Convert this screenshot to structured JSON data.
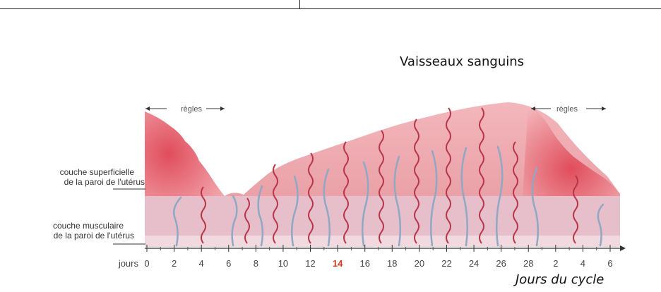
{
  "title": "Vaisseaux sanguins",
  "x_axis_caption": "Jours du cycle",
  "axis_prefix": "jours",
  "layers": {
    "superficial": [
      "couche superficielle",
      "de la paroi de l'utérus"
    ],
    "muscular": [
      "couche musculaire",
      "de la paroi de l'utérus"
    ]
  },
  "phases": {
    "left_menses": "règles",
    "right_menses": "règles"
  },
  "ticks": [
    "0",
    "2",
    "4",
    "6",
    "8",
    "10",
    "12",
    "14",
    "16",
    "18",
    "20",
    "22",
    "24",
    "26",
    "28",
    "2",
    "4",
    "6"
  ],
  "highlight_tick": "14",
  "colors": {
    "superficial": "#efa9ae",
    "superficial_dark": "#e36a72",
    "muscular": "#e6bfcb",
    "muscular_light": "#f1d9df",
    "artery": "#b8364a",
    "vein": "#8fa8c4",
    "highlight": "#d23b1e"
  }
}
